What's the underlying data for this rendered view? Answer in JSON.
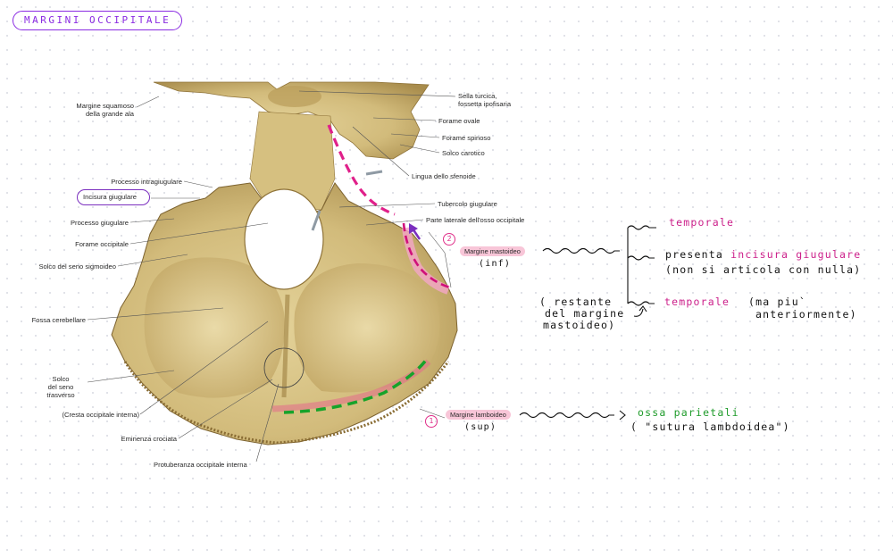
{
  "title": "MARGINI OCCIPITALE",
  "labels": {
    "margine_squamoso": "Margine squamoso\ndella grande ala",
    "sella_turcica": "Sella turcica,\nfossetta ipofisaria",
    "forame_ovale": "Forame ovale",
    "forame_spinoso": "Forame spinoso",
    "solco_carotico": "Solco carotico",
    "lingua_sfenoide": "Lingua dello sfenoide",
    "processo_intragiugulare": "Processo intragiugulare",
    "incisura_giugulare": "Incisura giugulare",
    "tubercolo_giugulare": "Tubercolo giugulare",
    "parte_laterale": "Parte laterale dell'osso occipitale",
    "processo_giugulare": "Processo giugulare",
    "forame_occipitale": "Forame occipitale",
    "solco_sigmoideo": "Solco del seno sigmoideo",
    "fossa_cerebellare": "Fossa cerebellare",
    "solco_trasverso": "Solco\ndel seno trasverso",
    "cresta_occipitale": "(Cresta occipitale interna)",
    "eminenza_crociata": "Eminenza crociata",
    "protuberanza": "Protuberanza occipitale interna",
    "margine_mastoideo": "Margine mastoideo",
    "margine_lamboideo": "Margine lamboideo"
  },
  "notes": {
    "num_2": "2",
    "num_1": "1",
    "inf": "(inf)",
    "sup": "(sup)",
    "temporale_1": "temporale",
    "presenta": "presenta",
    "incisura_giugulare": "incisura giugulare",
    "non_si_articola": "(non si articola con nulla)",
    "restante_1": "( restante",
    "restante_2": "del margine",
    "restante_3": "mastoideo)",
    "temporale_2": "temporale",
    "ma_piu": "(ma piu`",
    "anteriormente": "anteriormente)",
    "ossa_parietali": "ossa parietali",
    "sutura": "( \"sutura lambdoidea\")"
  },
  "colors": {
    "accent_purple": "#8a2be2",
    "pink": "#cc1f8a",
    "green": "#1e9b2a",
    "bone": "#cfb877"
  }
}
